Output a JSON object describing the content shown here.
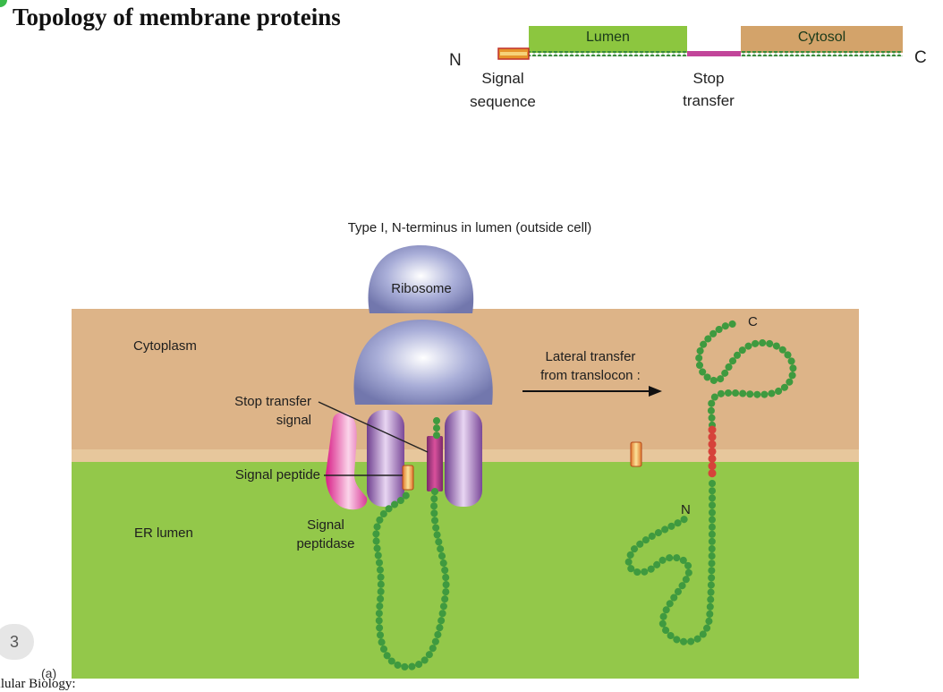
{
  "slide": {
    "title": "Topology of membrane proteins",
    "page_number": "3",
    "footer": "ellular Biology:",
    "panel_letter": "(a)"
  },
  "topology_bar": {
    "n_label": "N",
    "c_label": "C",
    "lumen_label": "Lumen",
    "cytosol_label": "Cytosol",
    "signal_label_line1": "Signal",
    "signal_label_line2": "sequence",
    "stop_label_line1": "Stop",
    "stop_label_line2": "transfer",
    "colors": {
      "lumen": "#8cc63f",
      "cytosol": "#d3a36a",
      "stop": "#c2459a",
      "signal": "#e6942b",
      "chain": "#3a8a3a"
    }
  },
  "diagram": {
    "heading": "Type I, N-terminus in lumen (outside cell)",
    "cytoplasm_label": "Cytoplasm",
    "er_lumen_label": "ER lumen",
    "ribosome_label": "Ribosome",
    "stop_transfer_line1": "Stop transfer",
    "stop_transfer_line2": "signal",
    "signal_peptide_label": "Signal peptide",
    "signal_peptidase_line1": "Signal",
    "signal_peptidase_line2": "peptidase",
    "lateral_line1": "Lateral transfer",
    "lateral_line2": "from translocon :",
    "n_label": "N",
    "c_label": "C",
    "colors": {
      "cytoplasm": "#ddb488",
      "membrane": "#e7c79c",
      "er_lumen": "#93c84a",
      "ribosome": "#9ea4cf",
      "translocon": "#8e5ea8",
      "peptidase": "#e3399a",
      "bead": "#3f9a3f",
      "stop_segment": "#d6423a"
    }
  }
}
